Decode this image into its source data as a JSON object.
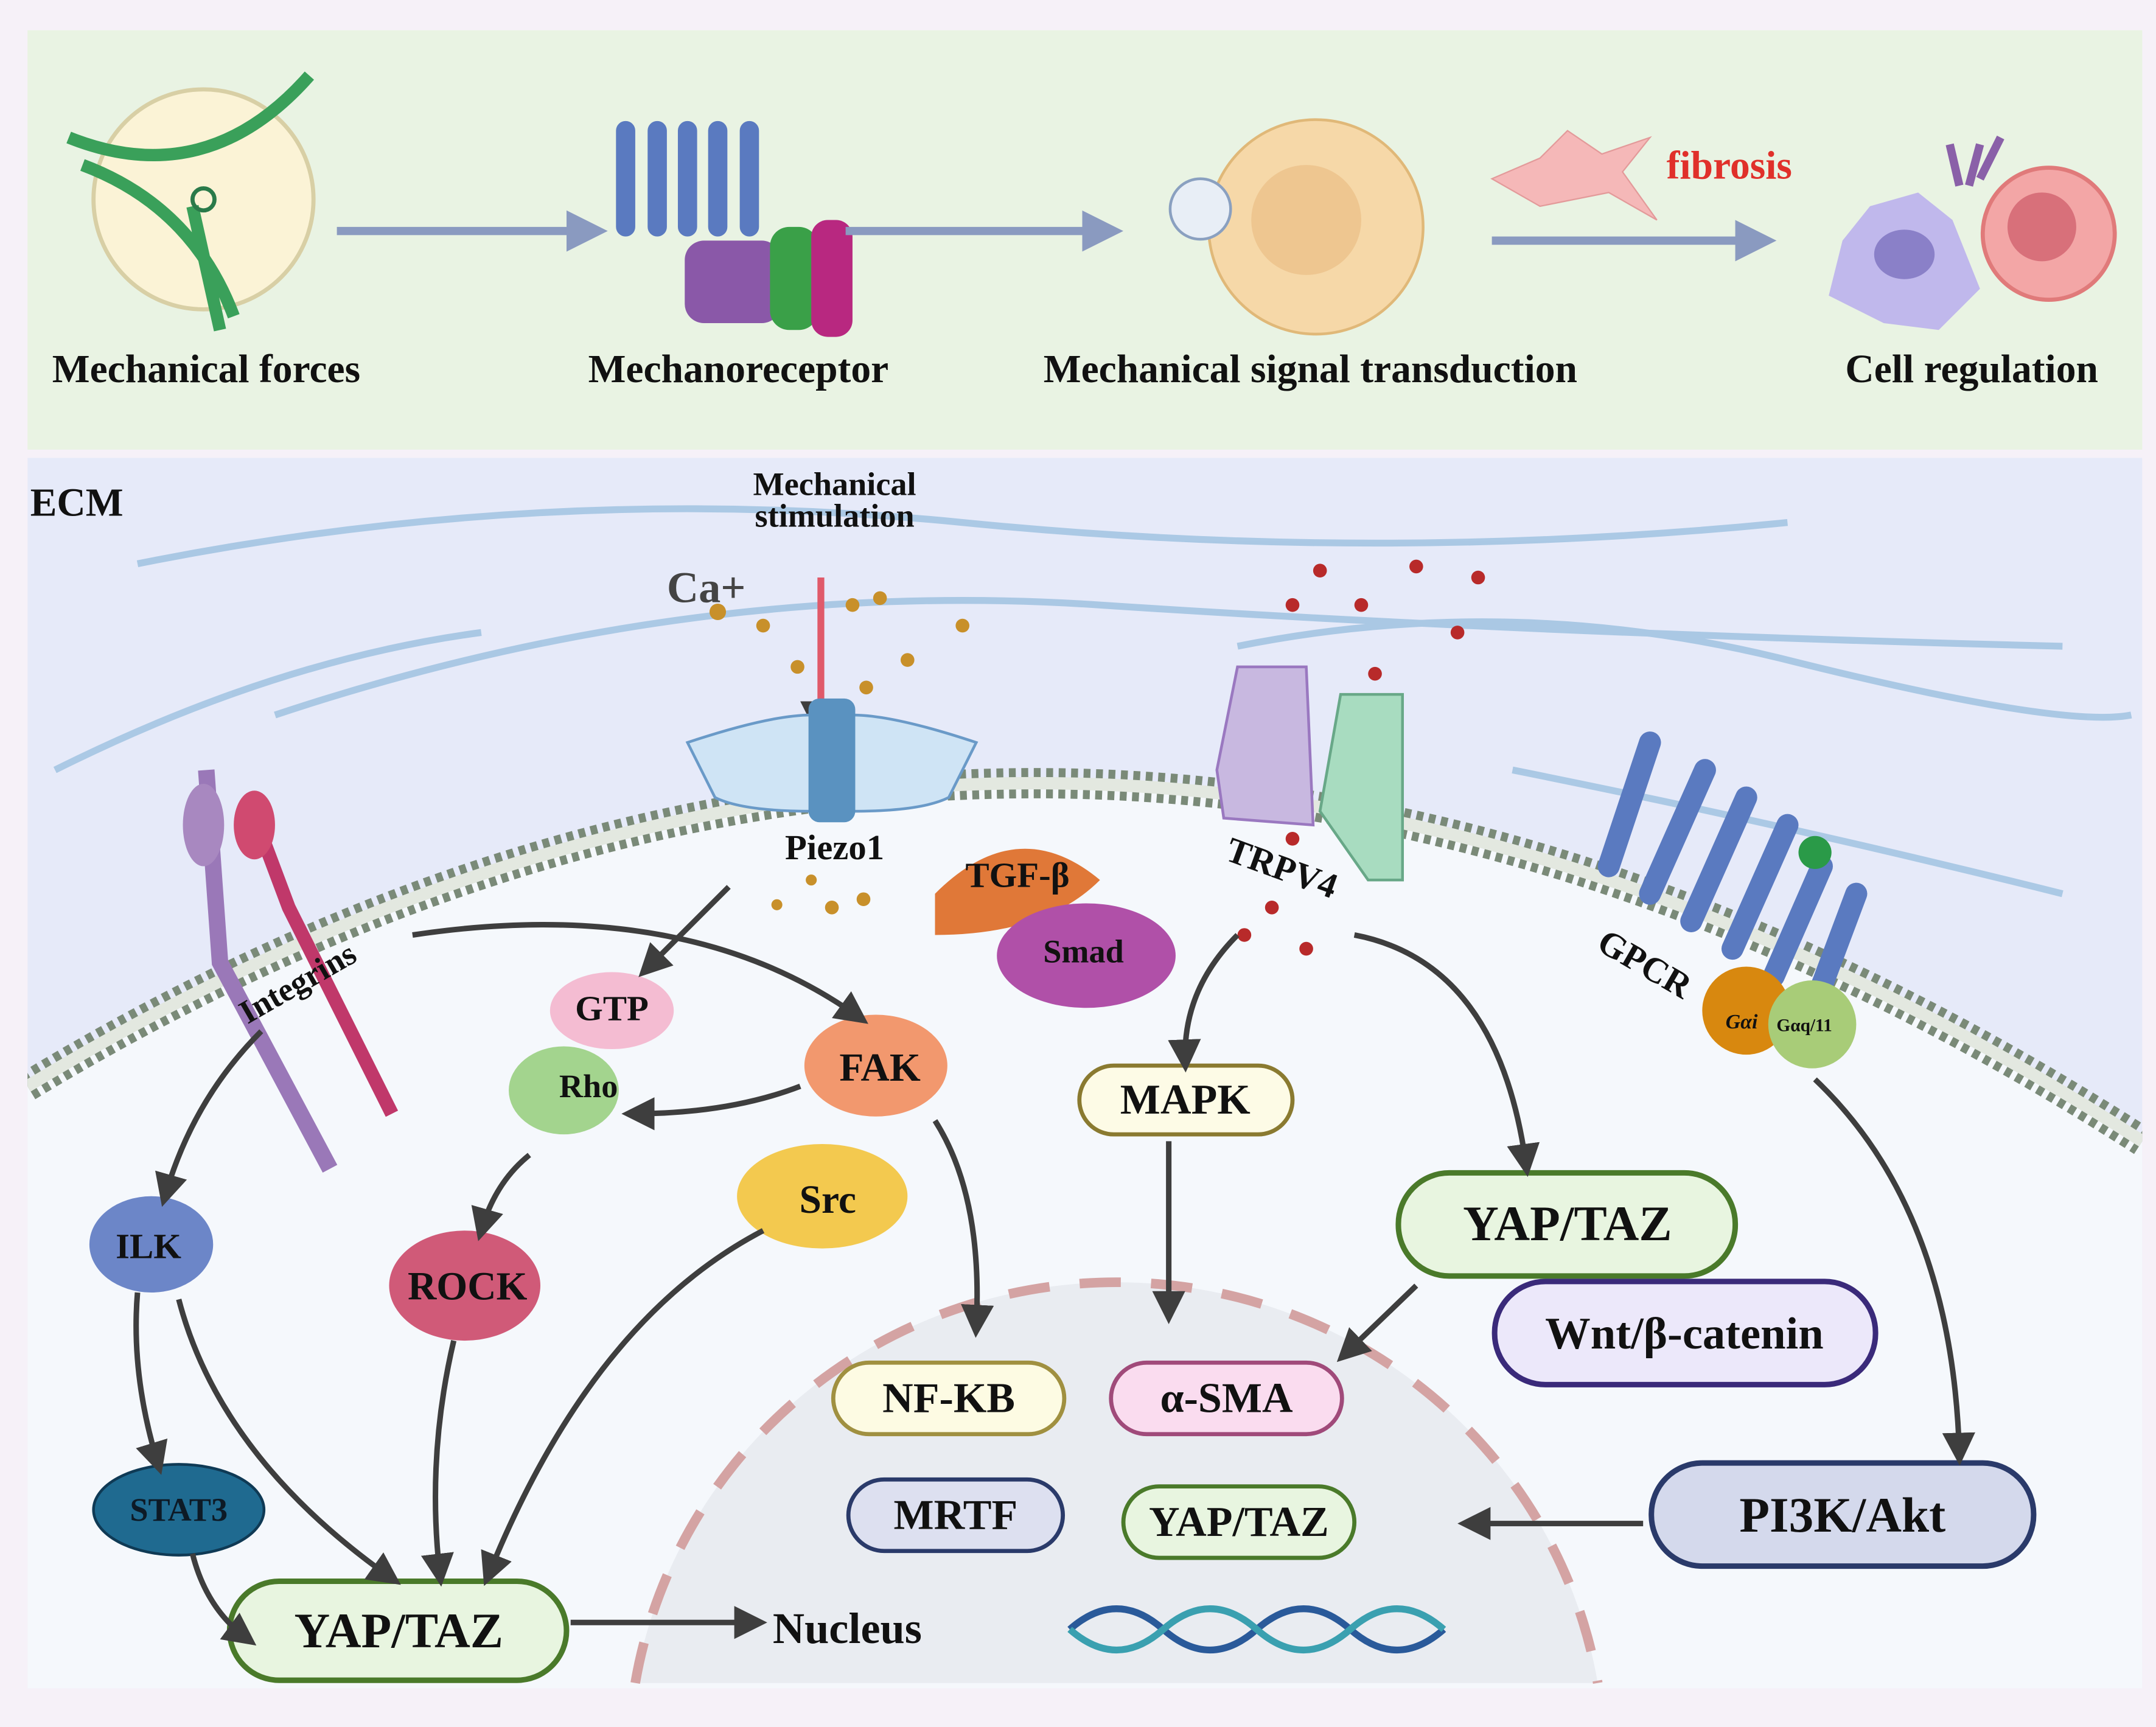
{
  "top_panel": {
    "steps": [
      "Mechanical forces",
      "Mechanoreceptor",
      "Mechanical signal transduction",
      "Cell regulation"
    ],
    "fibrosis_label": "fibrosis"
  },
  "main_panel": {
    "ecm_label": "ECM",
    "stimulus_label_line1": "Mechanical",
    "stimulus_label_line2": "stimulation",
    "ion_label": "Ca+",
    "receptors": {
      "piezo": "Piezo1",
      "trpv": "TRPV4",
      "gpcr": "GPCR",
      "integrins": "Integrins"
    },
    "proteins": {
      "tgf": "TGF-β",
      "smad": "Smad",
      "gtp": "GTP",
      "rho": "Rho",
      "fak": "FAK",
      "src": "Src",
      "ilk": "ILK",
      "rock": "ROCK",
      "stat3": "STAT3",
      "gai": "Gαi",
      "gaq": "Gαq/11"
    },
    "pathways": {
      "mapk": "MAPK",
      "yap_right": "YAP/TAZ",
      "wnt": "Wnt/β-catenin",
      "pi3k": "PI3K/Akt",
      "yap_left": "YAP/TAZ"
    },
    "nucleus": {
      "label": "Nucleus",
      "nfkb": "NF-KB",
      "asma": "α-SMA",
      "mrtf": "MRTF",
      "yap": "YAP/TAZ"
    }
  },
  "colors": {
    "top_bg": "#e9f3e3",
    "ecm_bg": "#e6eaf9",
    "cytoplasm": "#f5f8fc",
    "nucleus": "#e9ecf1",
    "fibrosis": "#e0302a"
  }
}
